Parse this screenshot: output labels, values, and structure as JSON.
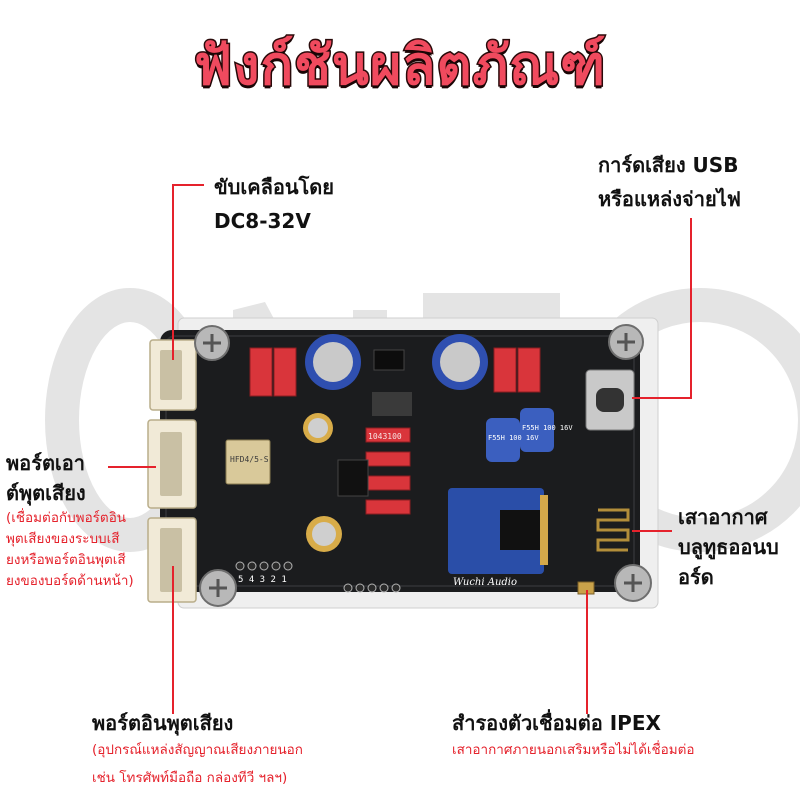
{
  "title": "ฟังก์ชันผลิตภัณฑ์",
  "colors": {
    "accent": "#e5222c",
    "title_fill": "#f04a5e",
    "board": "#1b1c1e"
  },
  "labels": {
    "power": {
      "line1": "ขับเคลือนโดย",
      "line2": "DC8-32V"
    },
    "usb": {
      "line1": "การ์ดเสียง USB",
      "line2": "หรือแหล่งจ่ายไฟ"
    },
    "audio_out": {
      "line1": "พอร์ตเอา",
      "line2": "ต์พุตเสียง",
      "note": [
        "(เชื่อมต่อกับพอร์ตอิน",
        "พุตเสียงของระบบเสี",
        "ยงหรือพอร์ตอินพุตเสี",
        "ยงของบอร์ดด้านหน้า)"
      ]
    },
    "antenna": {
      "line1": "เสาอากาศ",
      "line2": "บลูทูธออนบ",
      "line3": "อร์ด"
    },
    "audio_in": {
      "title": "พอร์ตอินพุตเสียง",
      "note1": "(อุปกรณ์แหล่งสัญญาณเสียงภายนอก",
      "note2": "เช่น โทรศัพท์มือถือ กล่องทีวี ฯลฯ)"
    },
    "ipex": {
      "title": "สำรองตัวเชื่อมต่อ IPEX",
      "note": "เสาอากาศภายนอกเสริมหรือไม่ได้เชื่อมต่อ"
    }
  },
  "board_text": {
    "relay": "HFD4/5-S",
    "resistor": "1043100",
    "cap_left": "F55H 100 16V",
    "cap_right": "F55H 100 16V",
    "brand": "Wuchi Audio",
    "pins": "5 4 3 2 1"
  }
}
